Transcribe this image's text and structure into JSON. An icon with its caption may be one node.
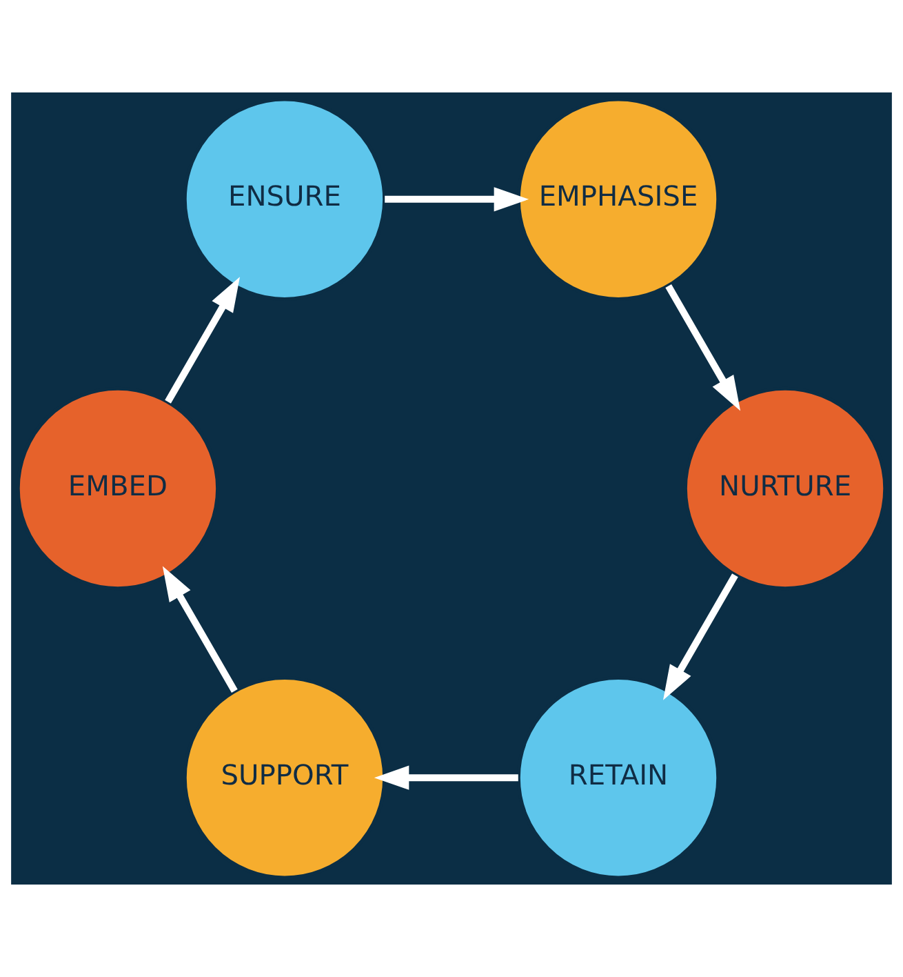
{
  "diagram": {
    "nodes": [
      {
        "text": [
          "RETAIN"
        ]
      },
      {
        "text": [
          "SUPPORT"
        ]
      },
      {
        "text": [
          "EMBED"
        ]
      },
      {
        "text": [
          "ENSURE"
        ]
      },
      {
        "text": [
          "EMPHASISE"
        ]
      },
      {
        "text": [
          "NURTURE"
        ]
      }
    ],
    "edges": [
      {
        "from": 0,
        "to": 1,
        "arrow": "to"
      },
      {
        "from": 1,
        "to": 2,
        "arrow": "to"
      },
      {
        "from": 2,
        "to": 3,
        "arrow": "to"
      },
      {
        "from": 3,
        "to": 4,
        "arrow": "to"
      },
      {
        "from": 4,
        "to": 5,
        "arrow": "to"
      },
      {
        "from": 5,
        "to": 0,
        "arrow": "to"
      }
    ]
  }
}
